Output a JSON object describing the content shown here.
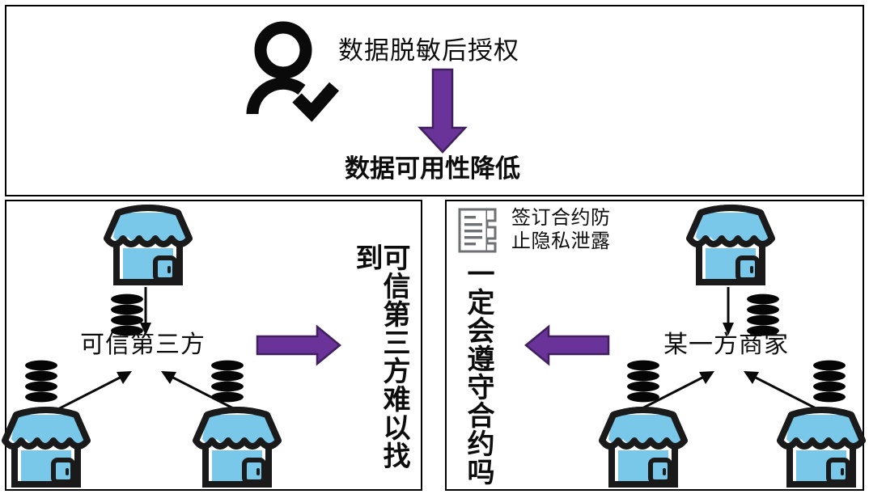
{
  "figure": {
    "colors": {
      "arrow_purple": "#6A3399",
      "arrow_purple_border": "#3F1F5C",
      "store_blue": "#79C8EA",
      "store_outline": "#1A1A1A",
      "contract_icon_gray": "#6E7073",
      "panel_border": "#000000",
      "text": "#0D0D0D"
    }
  },
  "top_panel": {
    "person_icon": "person-check-icon",
    "heading": "数据脱敏后授权",
    "arrow": "down-arrow",
    "conclusion": "数据可用性降低"
  },
  "left_panel": {
    "center_label": "可信第三方",
    "top_store": "store-icon",
    "left_store": "store-icon",
    "right_store": "store-icon",
    "databases": [
      "database-stack-icon",
      "database-stack-icon",
      "database-stack-icon"
    ],
    "arrow": "right-arrow",
    "conclusion": "可信第三方难以找到"
  },
  "right_panel": {
    "contract_icon": "contract-document-icon",
    "contract_note": "签订合约防\n止隐私泄露",
    "center_label": "某一方商家",
    "top_store": "store-icon",
    "left_store": "store-icon",
    "right_store": "store-icon",
    "databases": [
      "database-stack-icon",
      "database-stack-icon",
      "database-stack-icon"
    ],
    "arrow": "left-arrow",
    "conclusion": "一定会遵守合约吗"
  }
}
